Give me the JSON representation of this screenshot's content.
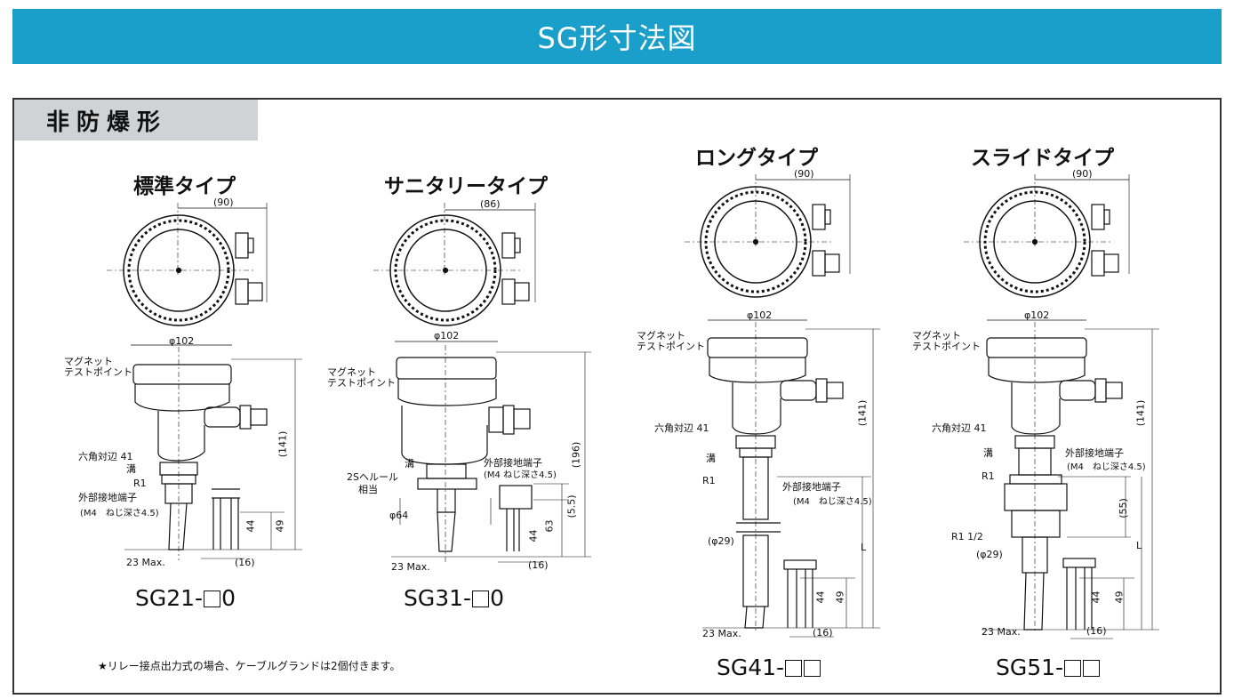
{
  "header": {
    "title": "SG形寸法図"
  },
  "section": {
    "label": "非防爆形"
  },
  "footnote": "★リレー接点出力式の場合、ケーブルグランドは2個付きます。",
  "colors": {
    "header_bg": "#1a9fcb",
    "section_bg": "#cfd3d6",
    "line": "#111111"
  },
  "diagrams": {
    "standard": {
      "title": "標準タイプ",
      "model_prefix": "SG21-",
      "model_suffix": "0",
      "dim_top": "(90)",
      "dim_dia": "φ102",
      "dim_height": "(141)",
      "magnet_1": "マグネット",
      "magnet_2": "テストポイント",
      "hex": "六角対辺 41",
      "groove": "溝",
      "thread": "R1",
      "ground_1": "外部接地端子",
      "ground_2": "(M4　ねじ深さ4.5)",
      "dim_44": "44",
      "dim_49": "49",
      "dim_23": "23 Max.",
      "dim_16": "(16)"
    },
    "sanitary": {
      "title": "サニタリータイプ",
      "model_prefix": "SG31-",
      "model_suffix": "0",
      "dim_top": "(86)",
      "dim_dia": "φ102",
      "dim_height": "(196)",
      "magnet_1": "マグネット",
      "magnet_2": "テストポイント",
      "groove": "溝",
      "ferrule_1": "2Sヘルール",
      "ferrule_2": "相当",
      "ground_1": "外部接地端子",
      "ground_2": "(M4 ねじ深さ4.5)",
      "dim_64": "φ64",
      "dim_55": "(5.5)",
      "dim_63": "63",
      "dim_44": "44",
      "dim_23": "23 Max.",
      "dim_16": "(16)"
    },
    "long": {
      "title": "ロングタイプ",
      "model_prefix": "SG41-",
      "dim_top": "(90)",
      "dim_dia": "φ102",
      "dim_height": "(141)",
      "magnet_1": "マグネット",
      "magnet_2": "テストポイント",
      "hex": "六角対辺 41",
      "groove": "溝",
      "thread": "R1",
      "ground_1": "外部接地端子",
      "ground_2": "(M4　ねじ深さ4.5)",
      "dim_29": "(φ29)",
      "dim_L": "L",
      "dim_44": "44",
      "dim_49": "49",
      "dim_23": "23 Max.",
      "dim_16": "(16)"
    },
    "slide": {
      "title": "スライドタイプ",
      "model_prefix": "SG51-",
      "dim_top": "(90)",
      "dim_dia": "φ102",
      "dim_height": "(141)",
      "magnet_1": "マグネット",
      "magnet_2": "テストポイント",
      "hex": "六角対辺 41",
      "groove": "溝",
      "thread": "R1",
      "ground_1": "外部接地端子",
      "ground_2": "(M4　ねじ深さ4.5)",
      "dim_55": "(55)",
      "thread2": "R1 1/2",
      "dim_29": "(φ29)",
      "dim_L": "L",
      "dim_44": "44",
      "dim_49": "49",
      "dim_23": "23 Max.",
      "dim_16": "(16)"
    }
  }
}
